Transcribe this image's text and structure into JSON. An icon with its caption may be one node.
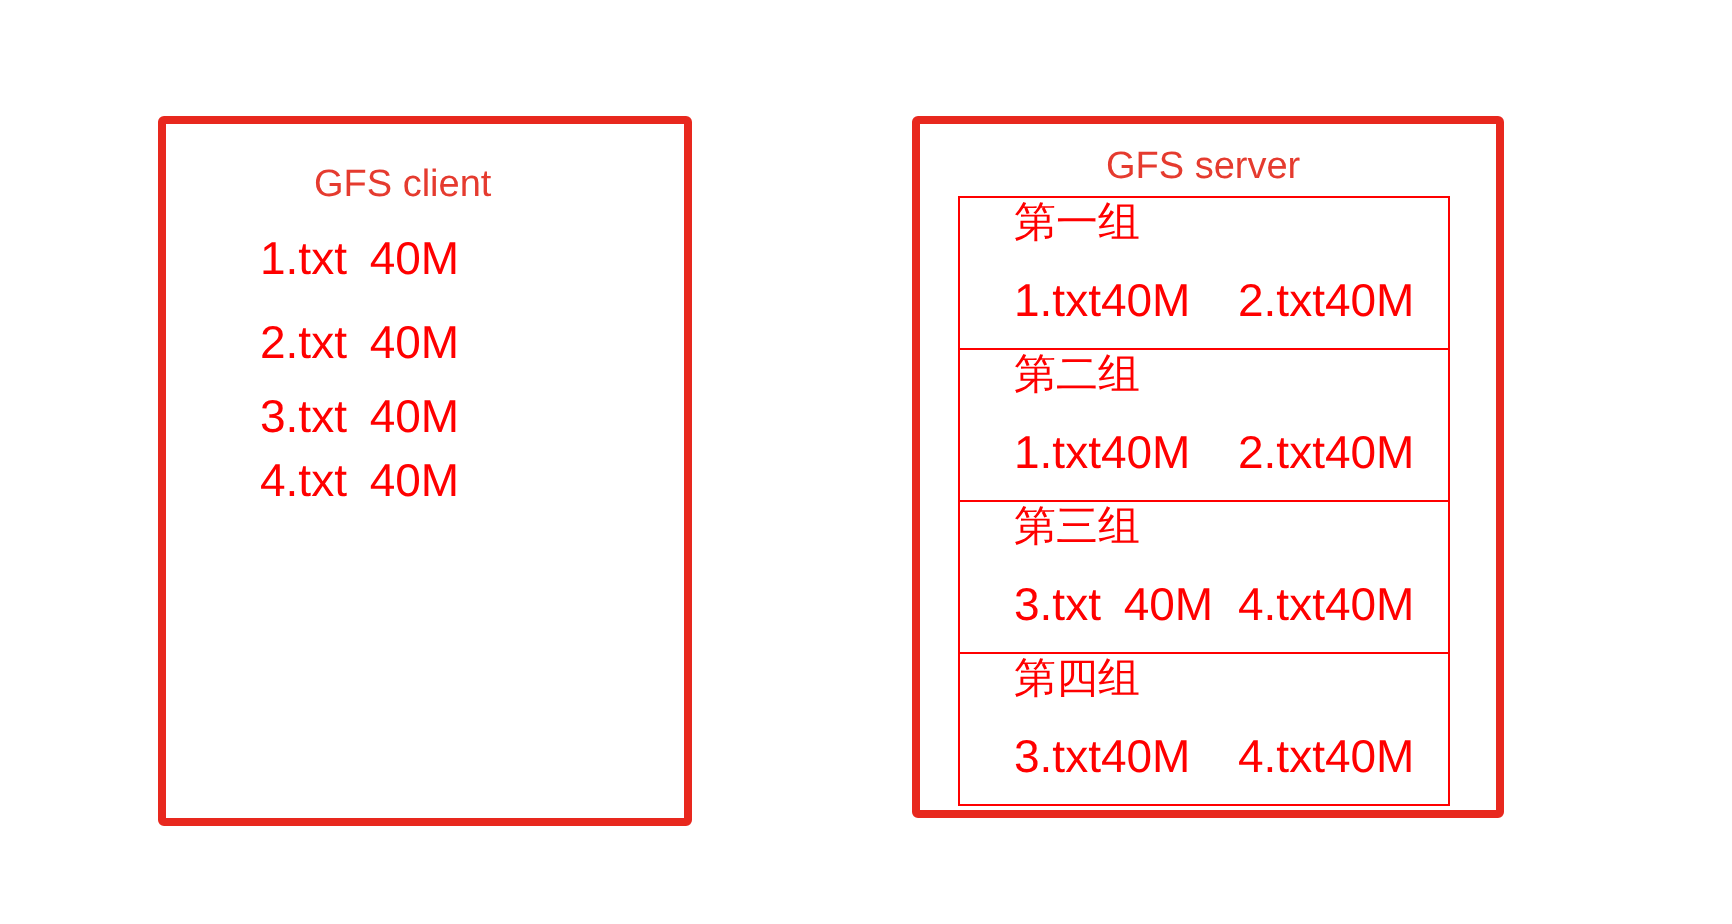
{
  "diagram": {
    "nodes": [
      {
        "text": [
          "GFS client",
          "1.txt 40M",
          "2.txt 40M",
          "3.txt 40M",
          "4.txt 40M"
        ]
      },
      {
        "text": [
          "GFS server"
        ]
      },
      {
        "text": [
          "第一组",
          "1.txt40M",
          "2.txt40M"
        ],
        "in": 1
      },
      {
        "text": [
          "第二组",
          "1.txt40M",
          "2.txt40M"
        ],
        "in": 1
      },
      {
        "text": [
          "第三组",
          "3.txt 40M",
          "4.txt40M"
        ],
        "in": 1
      },
      {
        "text": [
          "第四组",
          "3.txt40M",
          "4.txt40M"
        ],
        "in": 1
      }
    ]
  }
}
